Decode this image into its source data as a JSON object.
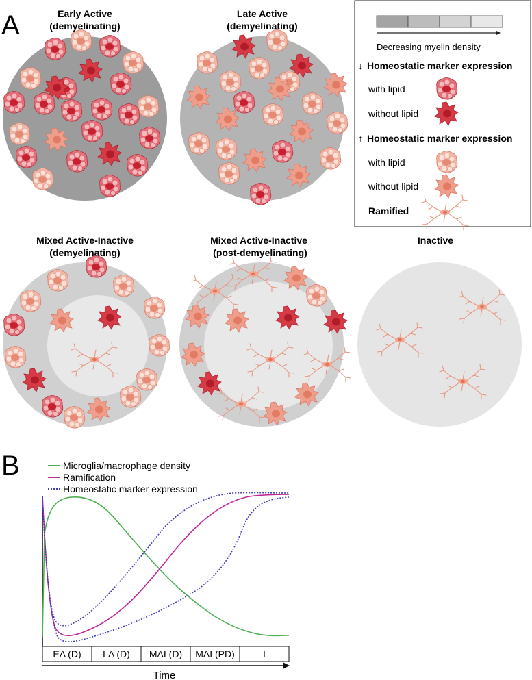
{
  "panel_a": {
    "letter": "A",
    "lesions": [
      {
        "title_line1": "Early Active",
        "title_line2": "(demyelinating)"
      },
      {
        "title_line1": "Late Active",
        "title_line2": "(demyelinating)"
      },
      {
        "title_line1": "Mixed Active-Inactive",
        "title_line2": "(demyelinating)"
      },
      {
        "title_line1": "Mixed Active-Inactive",
        "title_line2": "(post-demyelinating)"
      },
      {
        "title_line1": "Inactive",
        "title_line2": ""
      }
    ],
    "legend": {
      "density_label": "Decreasing myelin density",
      "density_swatches": [
        "#a4a4a4",
        "#bcbcbc",
        "#d3d3d3",
        "#e8e8e8"
      ],
      "groups": [
        {
          "arrow": "↓",
          "heading": "Homeostatic marker expression",
          "items": [
            {
              "label": "with lipid",
              "icon": "red-lipid-cell-icon"
            },
            {
              "label": "without lipid",
              "icon": "red-amoeboid-cell-icon"
            }
          ]
        },
        {
          "arrow": "↑",
          "heading": "Homeostatic marker expression",
          "items": [
            {
              "label": "with lipid",
              "icon": "pink-lipid-cell-icon"
            },
            {
              "label": "without lipid",
              "icon": "pink-amoeboid-cell-icon"
            }
          ]
        }
      ],
      "ramified_label": "Ramified"
    },
    "colors": {
      "early_active_fill": "#9c9c9c",
      "late_active_fill": "#b4b4b4",
      "rim_fill": "#d0d0d0",
      "core_fill": "#e8e8e8",
      "red_cell": "#d9434e",
      "pink_cell": "#ee9d86"
    }
  },
  "panel_b": {
    "letter": "B",
    "legend": [
      {
        "label": "Microglia/macrophage density",
        "color": "#4caf50",
        "dash": "solid"
      },
      {
        "label": "Ramification",
        "color": "#c2269a",
        "dash": "solid"
      },
      {
        "label": "Homeostatic marker expression",
        "color": "#3f3fbf",
        "dash": "dotted"
      }
    ],
    "stages": [
      "EA (D)",
      "LA (D)",
      "MAI (D)",
      "MAI (PD)",
      "I"
    ],
    "xlabel": "Time"
  }
}
